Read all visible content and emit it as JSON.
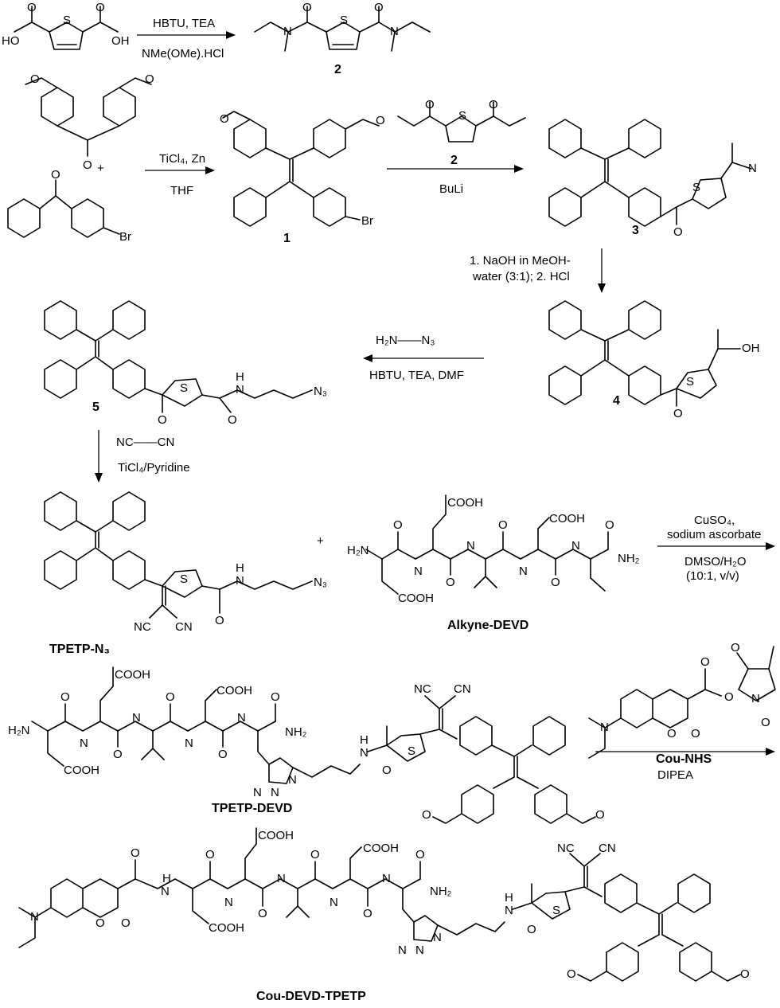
{
  "reagents": {
    "step1": {
      "top": "HBTU, TEA",
      "bottom": "NMe(OMe).HCl"
    },
    "step2": {
      "top": "TiCl₄, Zn",
      "bottom": "THF"
    },
    "step3": {
      "top": "2",
      "bottom": "BuLi"
    },
    "step4": {
      "line1": "1. NaOH in MeOH-",
      "line2": "water (3:1); 2. HCl"
    },
    "step5": {
      "top": "H₂N——N₃",
      "bottom": "HBTU, TEA, DMF"
    },
    "step6": {
      "top": "NC——CN",
      "bottom": "TiCl₄/Pyridine"
    },
    "step7": {
      "line1": "CuSO₄,",
      "line2": "sodium ascorbate",
      "line3": "DMSO/H₂O",
      "line4": "(10:1, v/v)"
    },
    "step8": {
      "bottom": "DIPEA"
    }
  },
  "plus": "+",
  "compounds": {
    "c2": "2",
    "c1": "1",
    "c3": "3",
    "c4": "4",
    "c5": "5",
    "tpetp_n3": "TPETP-N₃",
    "alkyne_devd": "Alkyne-DEVD",
    "tpetp_devd": "TPETP-DEVD",
    "cou_nhs": "Cou-NHS",
    "cou_devd_tpetp": "Cou-DEVD-TPETP"
  },
  "atoms": {
    "ho": "HO",
    "oh": "OH",
    "o": "O",
    "s": "S",
    "n": "N",
    "br": "Br",
    "h": "H",
    "n3": "N₃",
    "nh2": "NH₂",
    "h2n": "H₂N",
    "cooh": "COOH",
    "nc": "NC",
    "cn": "CN",
    "hn": "HN"
  }
}
